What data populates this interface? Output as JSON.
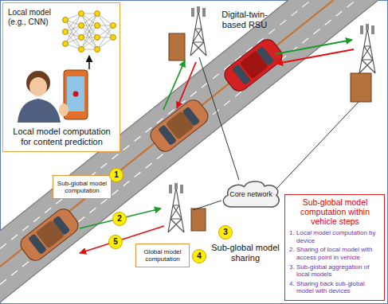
{
  "diagram": {
    "nodes": [
      {
        "text": [
          "Local model (e.g., CNN)",
          "Local model computation for content prediction"
        ]
      },
      {
        "text": [
          "Sub-global model computation"
        ]
      },
      {
        "text": [
          "1"
        ]
      },
      {
        "text": [
          "2"
        ]
      },
      {
        "text": [
          "Core network"
        ]
      },
      {
        "text": [
          "3"
        ]
      },
      {
        "text": [
          "Global model computation"
        ]
      },
      {
        "text": [
          "4"
        ]
      },
      {
        "text": [
          "5"
        ]
      },
      {
        "text": [
          "Sub-global model computation within vehicle steps",
          "1. Local model computation by device",
          "2. Sharing of local model with access point in vehicle",
          "3. Sub-global aggregation of local models",
          "4. Sharing back sub-global model with devices"
        ]
      }
    ],
    "labels": [
      "Digital-twin-based RSU",
      "Sub-global model sharing"
    ]
  }
}
